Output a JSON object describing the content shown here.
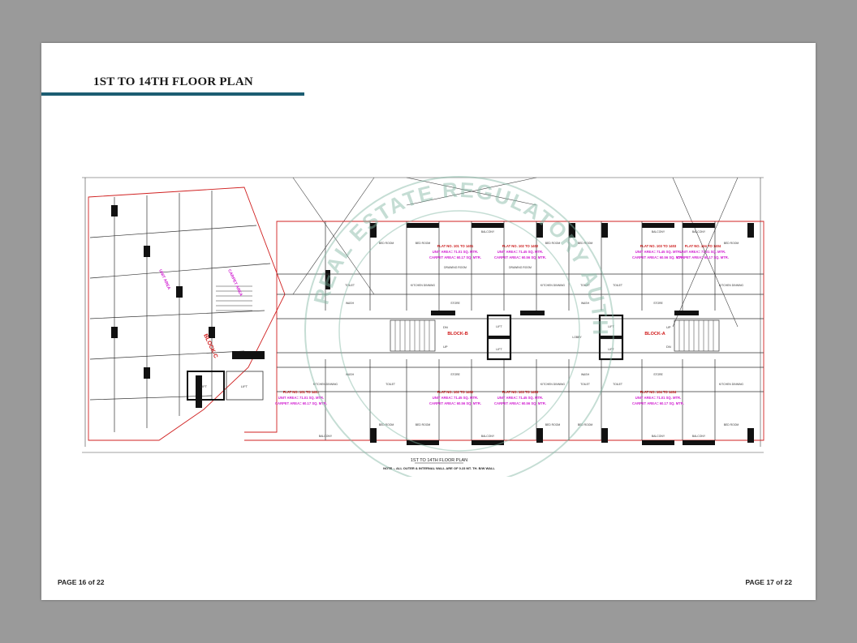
{
  "document": {
    "heading": "1ST TO 14TH FLOOR PLAN",
    "page_left": "PAGE 16 of 22",
    "page_right": "PAGE 17 of 22",
    "accent_color": "#1c5d72"
  },
  "plan": {
    "caption": "1ST TO 14TH FLOOR PLAN",
    "note": "NOTE :- ALL OUTER & INTERNAL WALL ARE OF 0.23 MT. TH. B/W WALL",
    "watermark": "REAL ESTATE REGULATORY AUTHORITY GUJARAT",
    "blocks": [
      "BLOCK-A",
      "BLOCK-B",
      "BLOCK-C"
    ],
    "flats": [
      {
        "no": "FLAT NO. 101 TO 1401",
        "unit": "UNIT AREA= 71.01 SQ. MTR.",
        "carpet": "CARPET AREA= 60.17 SQ. MTR."
      },
      {
        "no": "FLAT NO. 102 TO 1402",
        "unit": "UNIT AREA= 71.45 SQ. MTR.",
        "carpet": "CARPET AREA= 60.56 SQ. MTR."
      },
      {
        "no": "FLAT NO. 103 TO 1403",
        "unit": "UNIT AREA= 71.45 SQ. MTR.",
        "carpet": "CARPET AREA= 60.56 SQ. MTR."
      },
      {
        "no": "FLAT NO. 104 TO 1404",
        "unit": "UNIT AREA= 71.01 SQ. MTR.",
        "carpet": "CARPET AREA= 60.17 SQ. MTR."
      }
    ],
    "room_labels": {
      "bed": "BED ROOM",
      "kitchen": "KITCHEN DINNING",
      "drawing": "DRAWING ROOM",
      "toilet": "TOILET",
      "balcony": "BALCONY",
      "wash": "WASH",
      "store": "STORE",
      "lift": "LIFT",
      "up": "UP",
      "dn": "DN",
      "lobby": "LOBBY"
    },
    "colors": {
      "flat_no": "#cc1b1b",
      "area": "#d11fd1",
      "block": "#d01818",
      "wall": "#111111",
      "line": "#333333",
      "watermark": "#7fb6a2"
    }
  }
}
